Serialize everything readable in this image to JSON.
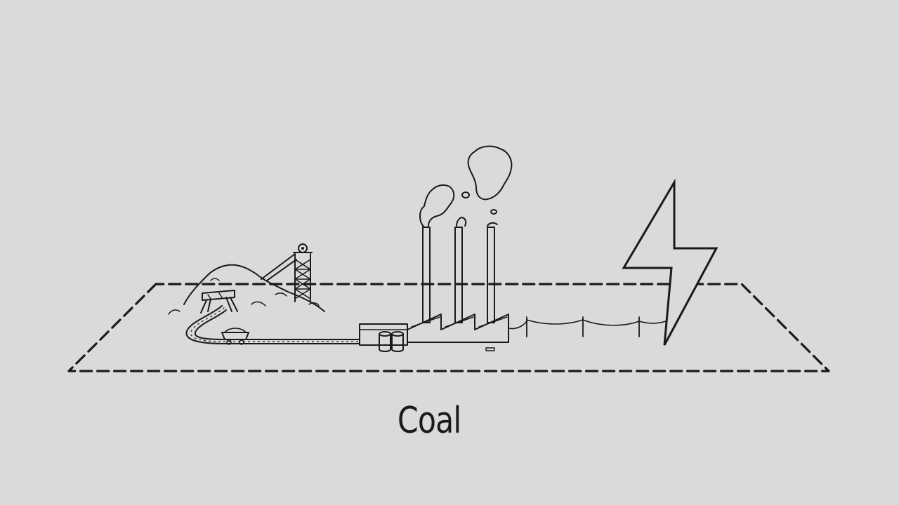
{
  "caption": {
    "text": "Coal"
  },
  "colors": {
    "background": "#dadada",
    "ink": "#1a1a1a",
    "lightning_fill": "#dadada"
  },
  "icons": [
    "coal-pile",
    "mine-headframe",
    "mine-entrance",
    "rail-track",
    "mine-cart",
    "power-plant",
    "smokestack",
    "smoke-cloud",
    "storage-tanks",
    "power-line",
    "lightning-bolt-icon",
    "ground-plot"
  ]
}
